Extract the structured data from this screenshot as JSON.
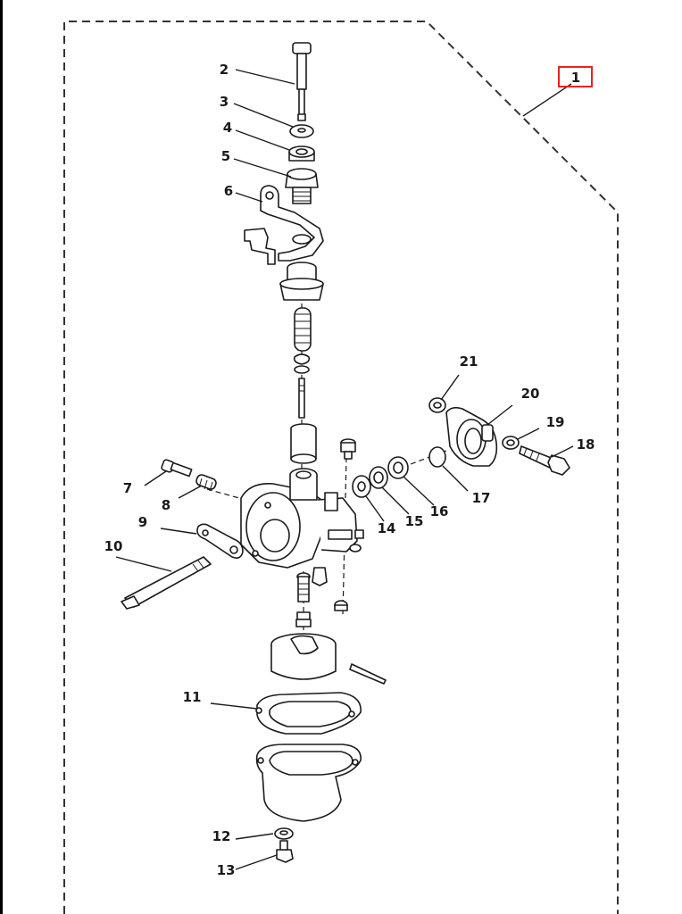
{
  "diagram": {
    "type": "exploded-parts-view",
    "highlight_color": "#e8231f",
    "callouts": [
      {
        "num": "1",
        "highlighted": true
      },
      {
        "num": "2"
      },
      {
        "num": "3"
      },
      {
        "num": "4"
      },
      {
        "num": "5"
      },
      {
        "num": "6"
      },
      {
        "num": "7"
      },
      {
        "num": "8"
      },
      {
        "num": "9"
      },
      {
        "num": "10"
      },
      {
        "num": "11"
      },
      {
        "num": "12"
      },
      {
        "num": "13"
      },
      {
        "num": "14"
      },
      {
        "num": "15"
      },
      {
        "num": "16"
      },
      {
        "num": "17"
      },
      {
        "num": "18"
      },
      {
        "num": "19"
      },
      {
        "num": "20"
      },
      {
        "num": "21"
      }
    ]
  }
}
